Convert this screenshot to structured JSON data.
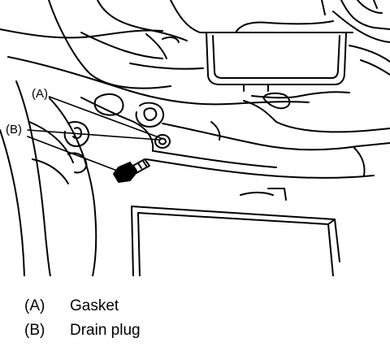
{
  "diagram": {
    "callouts": [
      {
        "key": "a",
        "label": "(A)"
      },
      {
        "key": "b",
        "label": "(B)"
      }
    ],
    "legend": [
      {
        "key": "(A)",
        "text": "Gasket"
      },
      {
        "key": "(B)",
        "text": "Drain plug"
      }
    ],
    "colors": {
      "line": "#000000",
      "background": "#ffffff"
    }
  }
}
